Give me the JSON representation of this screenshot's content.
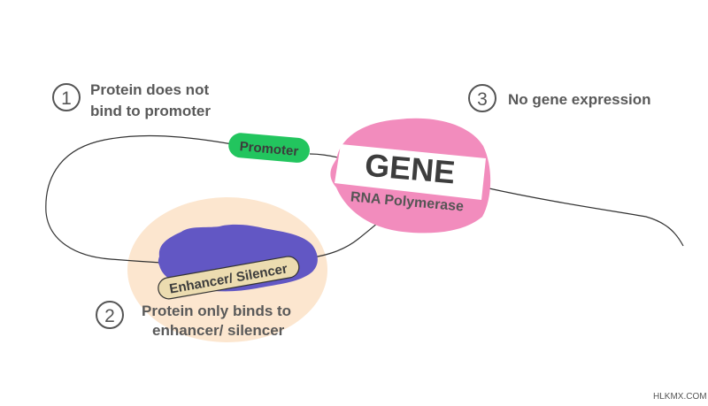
{
  "steps": [
    {
      "number": "1",
      "lines": [
        "Protein does not",
        "bind to promoter"
      ]
    },
    {
      "number": "2",
      "lines": [
        "Protein only binds to",
        "enhancer/ silencer"
      ]
    },
    {
      "number": "3",
      "lines": [
        "No gene expression"
      ]
    }
  ],
  "promoter": {
    "label": "Promoter",
    "color": "#22c55e"
  },
  "gene": {
    "label": "GENE",
    "color": "#ffffff"
  },
  "rna_polymerase": {
    "label": "RNA Polymerase",
    "color": "#f28cbd"
  },
  "enhancer": {
    "label": "Enhancer/ Silencer",
    "fill": "#ecdcb0",
    "protein_color": "#6257c4",
    "halo_color": "#fce6cf"
  },
  "watermark": {
    "text": "HLKMX.COM"
  }
}
